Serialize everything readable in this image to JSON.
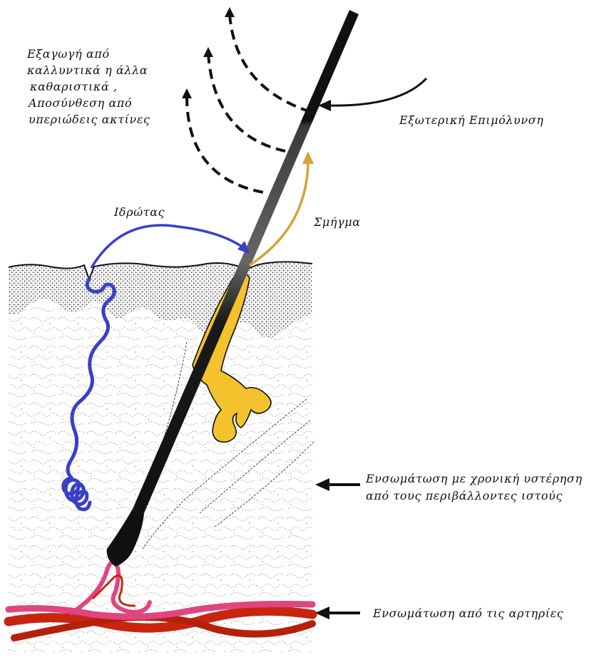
{
  "labels": {
    "extraction_lines": [
      "Εξαγωγή από",
      "καλλυντικά η άλλα",
      "καθαριστικά ,",
      "Αποσύνθεση από",
      "υπεριώδεις ακτίνες"
    ],
    "external_contamination": "Εξωτερική Επιμόλυνση",
    "sweat": "Ιδρώτας",
    "sebum": "Σμήγμα",
    "delayed_incorporation_line1": "Ενσωμάτωση με χρονική υστέρηση",
    "delayed_incorporation_line2": "από τους περιβάλλοντες ιστούς",
    "arterial_incorporation": "Ενσωμάτωση από τις αρτηρίες"
  },
  "colors": {
    "hair_shaft": "#111111",
    "hair_lower": "#555555",
    "sweat_gland": "#3a3fc9",
    "sebaceous_gland": "#f4c22c",
    "sebum_arrow": "#d4a437",
    "artery_red": "#c8250f",
    "artery_pink": "#e0457f",
    "skin_texture": "#333333"
  }
}
